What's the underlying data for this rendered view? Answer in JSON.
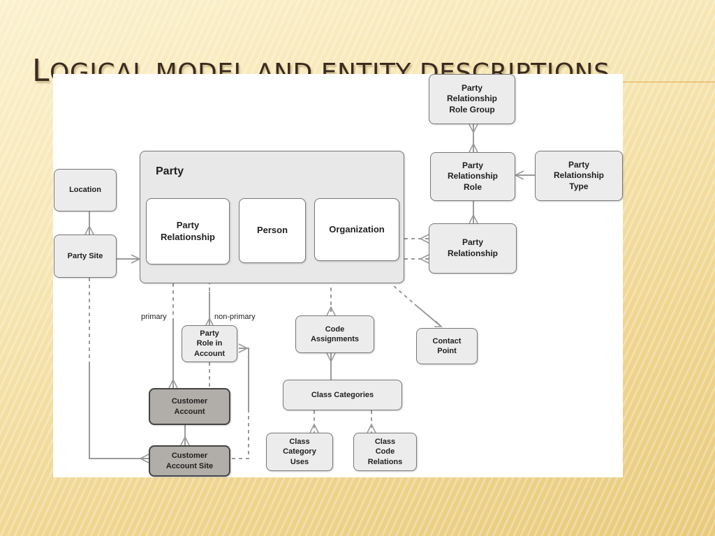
{
  "slide": {
    "title": "Logical Model and Entity Descriptions"
  },
  "diagram": {
    "party_group_label": "Party",
    "entities": {
      "prrg": "Party\nRelationship\nRole Group",
      "prr": "Party\nRelationship\nRole",
      "prt": "Party\nRelationship\nType",
      "pr_right": "Party\nRelationship",
      "location": "Location",
      "party_site": "Party Site",
      "party_relationship": "Party\nRelationship",
      "person": "Person",
      "organization": "Organization",
      "party_role_in_account": "Party\nRole in\nAccount",
      "code_assignments": "Code\nAssignments",
      "contact_point": "Contact\nPoint",
      "class_categories": "Class Categories",
      "customer_account": "Customer\nAccount",
      "customer_account_site": "Customer\nAccount Site",
      "class_category_uses": "Class\nCategory\nUses",
      "class_code_relations": "Class\nCode\nRelations"
    },
    "edge_labels": {
      "primary": "primary",
      "non_primary": "non-primary"
    },
    "colors": {
      "entity_fill": "#ececec",
      "dark_entity_fill": "#b1ada8",
      "line": "#9a9a9a"
    }
  }
}
